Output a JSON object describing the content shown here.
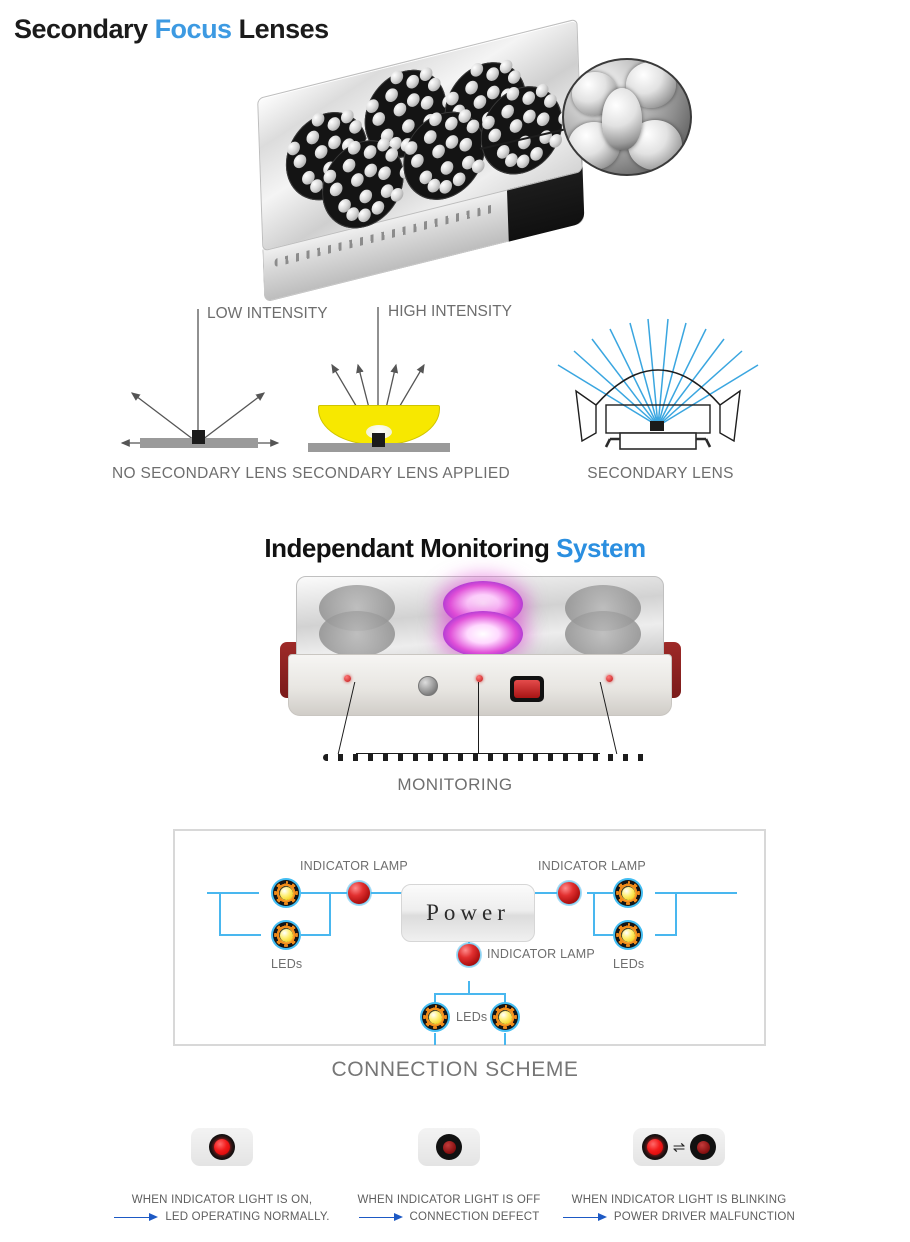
{
  "headings": {
    "lenses": {
      "part1": "Secondary ",
      "part2": "Focus",
      "part3": " Lenses"
    },
    "monitoring": {
      "part1": "Independant Monitoring ",
      "part2": "System"
    }
  },
  "lens_diagrams": [
    {
      "title": "LOW INTENSITY",
      "caption": "NO SECONDARY LENS"
    },
    {
      "title": "HIGH INTENSITY",
      "caption": "SECONDARY LENS APPLIED"
    },
    {
      "title": "",
      "caption": "SECONDARY LENS"
    }
  ],
  "monitor": {
    "label": "MONITORING"
  },
  "scheme": {
    "power_label": "Power",
    "caption": "CONNECTION SCHEME",
    "labels": {
      "indicator_left": "INDICATOR LAMP",
      "indicator_right": "INDICATOR LAMP",
      "indicator_center": "INDICATOR LAMP",
      "leds_left": "LEDs",
      "leds_right": "LEDs",
      "leds_center": "LEDs"
    }
  },
  "status_items": [
    {
      "state": "on",
      "line1": "WHEN INDICATOR LIGHT IS ON,",
      "line2": "LED OPERATING NORMALLY."
    },
    {
      "state": "off",
      "line1": "WHEN INDICATOR LIGHT IS OFF",
      "line2": "CONNECTION DEFECT"
    },
    {
      "state": "blinking",
      "line1": "WHEN INDICATOR LIGHT IS BLINKING",
      "line2": "POWER DRIVER MALFUNCTION",
      "swap_icon": "⇌"
    }
  ],
  "colors": {
    "accent_blue": "#3d9ae2",
    "wire_blue": "#49b7ef",
    "arrow_blue": "#1d59c4",
    "lamp_red": "#e23030",
    "lens_yellow": "#f7e800",
    "text_gray": "#6e6e6e"
  }
}
